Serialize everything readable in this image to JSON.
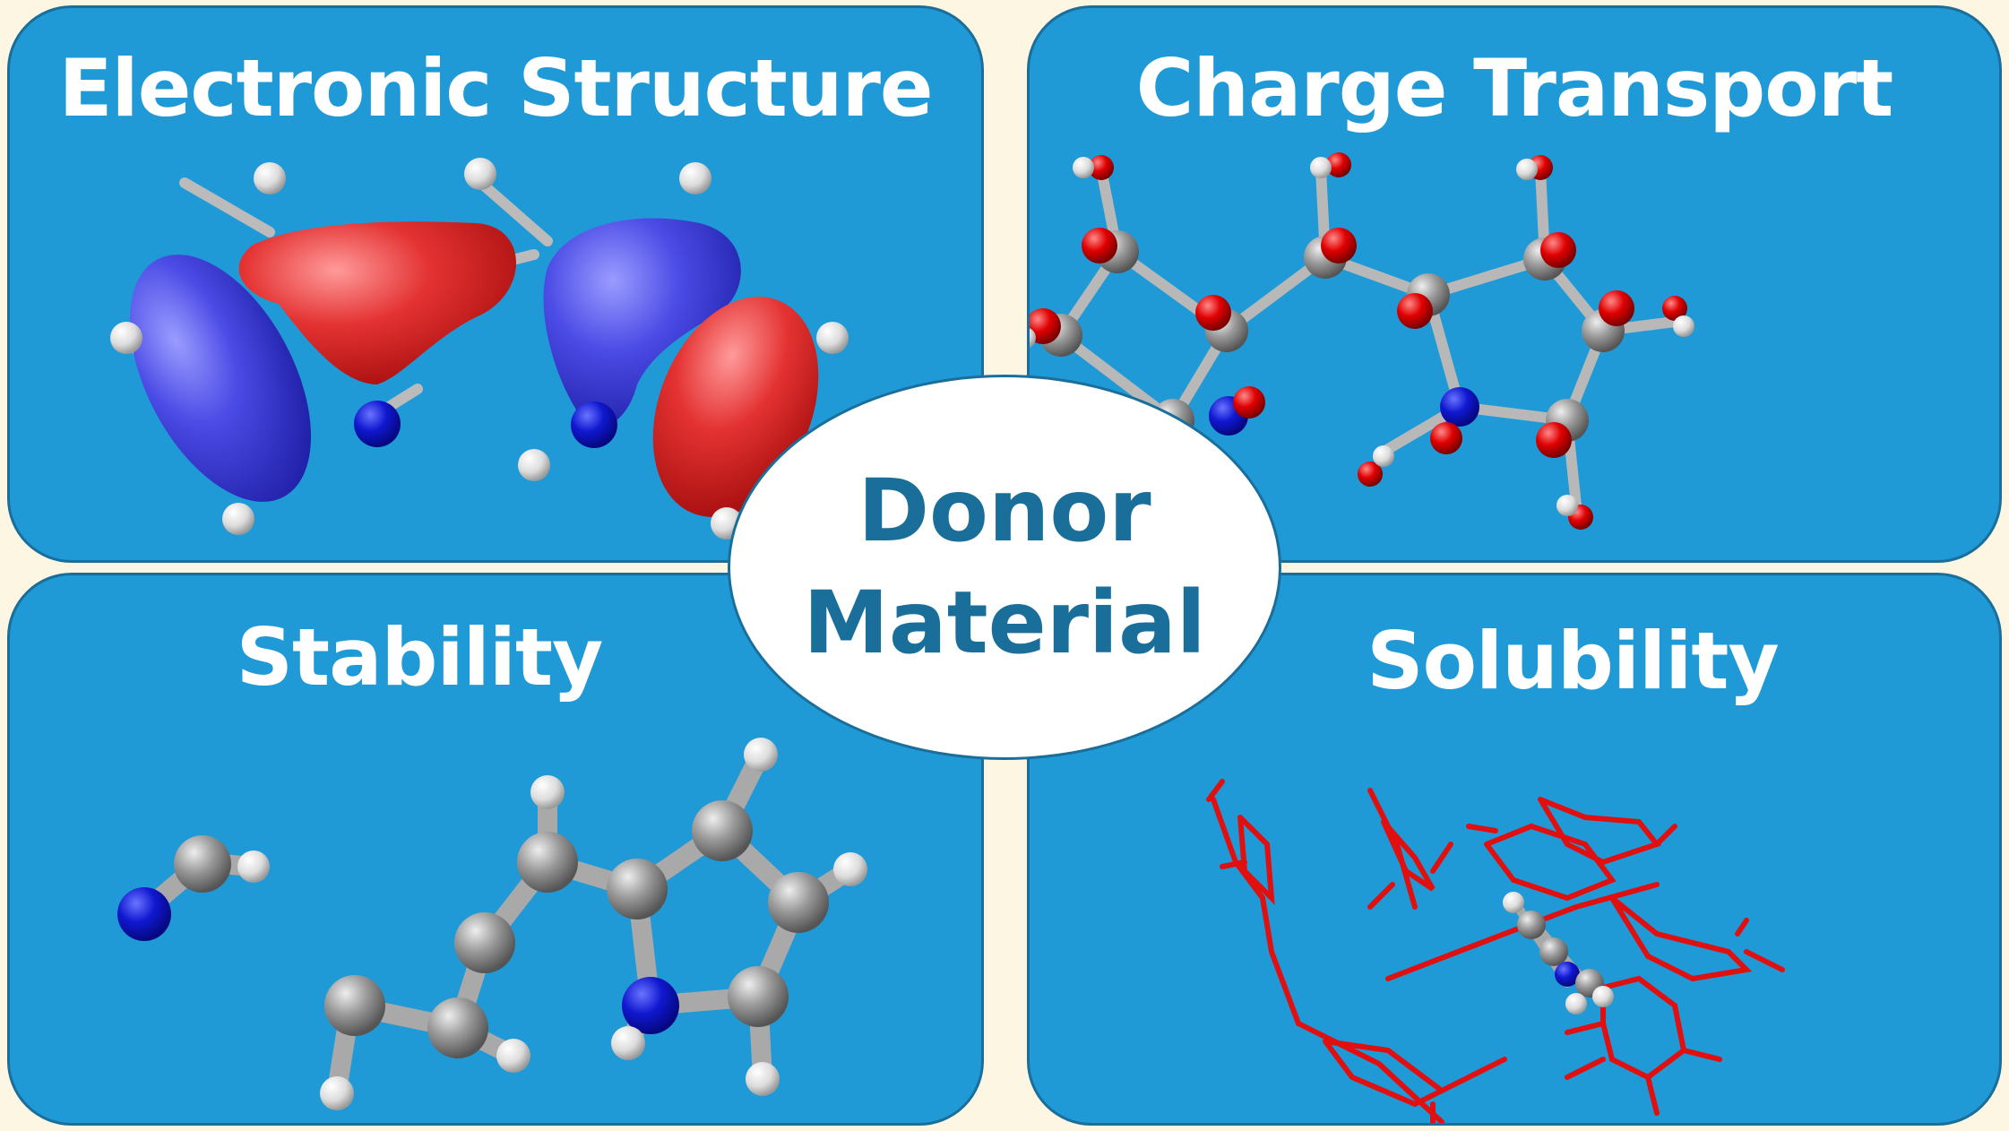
{
  "panels": {
    "electronic_structure": {
      "title": "Electronic Structure"
    },
    "charge_transport": {
      "title": "Charge Transport"
    },
    "stability": {
      "title": "Stability"
    },
    "solubility": {
      "title": "Solubility"
    }
  },
  "center": {
    "line1": "Donor",
    "line2": "Material"
  },
  "colors": {
    "panel_fill": "#1f9ad6",
    "panel_border": "#1a6f9a",
    "background": "#fdf6e3",
    "center_text": "#1a6f9a",
    "orbital_blue": "#3f3fe0",
    "orbital_red": "#e02a2a",
    "atom_carbon": "#8c8c8c",
    "atom_nitrogen": "#0a12c8",
    "atom_hydrogen": "#e8e8e8",
    "atom_oxygen": "#e00000"
  }
}
